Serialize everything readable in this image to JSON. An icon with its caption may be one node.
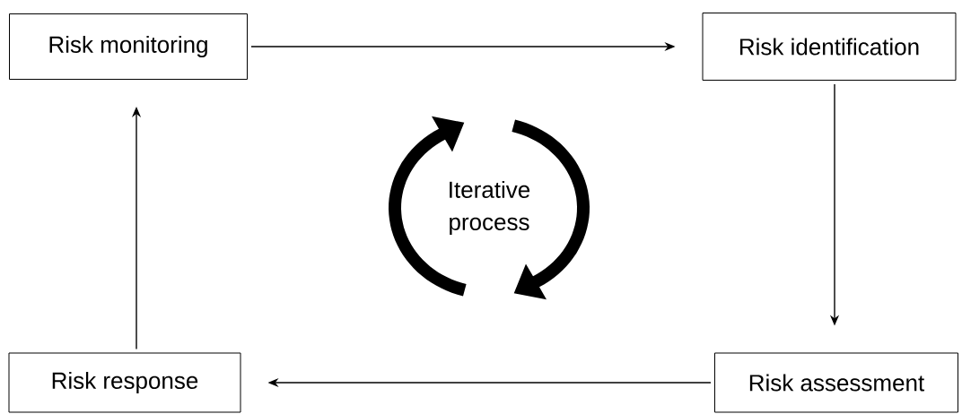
{
  "diagram": {
    "nodes": [
      {
        "text": [
          "Risk monitoring"
        ]
      },
      {
        "text": [
          "Risk identification"
        ]
      },
      {
        "text": [
          "Risk assessment"
        ]
      },
      {
        "text": [
          "Risk response"
        ]
      }
    ],
    "edges": [
      {
        "from": 0,
        "to": 1,
        "arrow": "to"
      },
      {
        "from": 1,
        "to": 2,
        "arrow": "to"
      },
      {
        "from": 2,
        "to": 3,
        "arrow": "to"
      },
      {
        "from": 3,
        "to": 0,
        "arrow": "to"
      }
    ],
    "labels": [
      "Iterative process"
    ]
  }
}
